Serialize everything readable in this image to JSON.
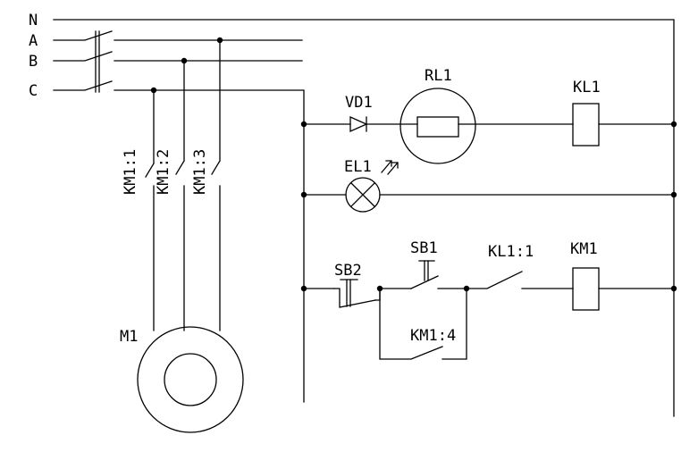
{
  "diagram": {
    "lines": {
      "n": "N",
      "a": "A",
      "b": "B",
      "c": "C"
    },
    "motor_contacts": [
      "KM1:1",
      "KM1:2",
      "KM1:3"
    ],
    "motor": "M1",
    "diode": "VD1",
    "relay_meter": "RL1",
    "relay_coil": "KL1",
    "lamp": "EL1",
    "stop_button": "SB2",
    "start_button": "SB1",
    "relay_contact": "KL1:1",
    "holding_contact": "KM1:4",
    "contactor_coil": "KM1"
  }
}
